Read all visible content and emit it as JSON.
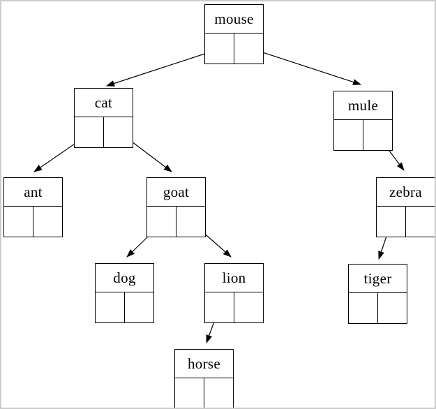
{
  "tree": {
    "kind": "binary-tree-diagram",
    "colors": {
      "line": "#000000",
      "node_border": "#000000",
      "background": "#ffffff",
      "frame": "#cccccc"
    },
    "nodes": [
      {
        "id": "mouse",
        "label": "mouse",
        "left": "cat",
        "right": "mule"
      },
      {
        "id": "cat",
        "label": "cat",
        "left": "ant",
        "right": "goat"
      },
      {
        "id": "mule",
        "label": "mule",
        "left": null,
        "right": "zebra"
      },
      {
        "id": "ant",
        "label": "ant",
        "left": null,
        "right": null
      },
      {
        "id": "goat",
        "label": "goat",
        "left": "dog",
        "right": "lion"
      },
      {
        "id": "zebra",
        "label": "zebra",
        "left": "tiger",
        "right": null
      },
      {
        "id": "dog",
        "label": "dog",
        "left": null,
        "right": null
      },
      {
        "id": "lion",
        "label": "lion",
        "left": "horse",
        "right": null
      },
      {
        "id": "tiger",
        "label": "tiger",
        "left": null,
        "right": null
      },
      {
        "id": "horse",
        "label": "horse",
        "left": null,
        "right": null
      }
    ],
    "edges": [
      {
        "from": "mouse",
        "cell": "left",
        "to": "cat"
      },
      {
        "from": "mouse",
        "cell": "right",
        "to": "mule"
      },
      {
        "from": "cat",
        "cell": "left",
        "to": "ant"
      },
      {
        "from": "cat",
        "cell": "right",
        "to": "goat"
      },
      {
        "from": "mule",
        "cell": "right",
        "to": "zebra"
      },
      {
        "from": "goat",
        "cell": "left",
        "to": "dog"
      },
      {
        "from": "goat",
        "cell": "right",
        "to": "lion"
      },
      {
        "from": "zebra",
        "cell": "left",
        "to": "tiger"
      },
      {
        "from": "lion",
        "cell": "left",
        "to": "horse"
      }
    ]
  }
}
